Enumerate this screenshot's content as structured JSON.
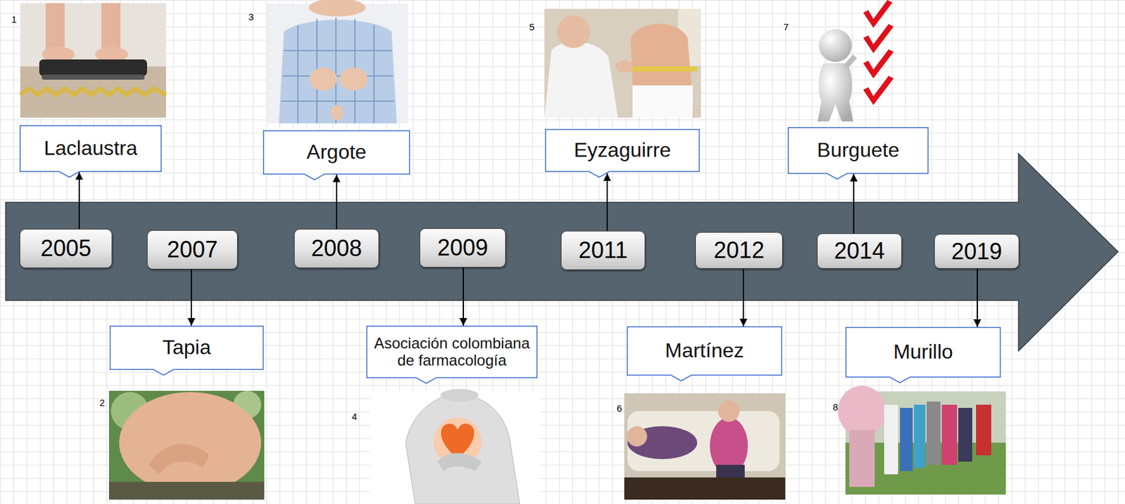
{
  "diagram": {
    "nodes": [
      {
        "text": [
          "Laclaustra"
        ]
      },
      {
        "text": [
          "2005"
        ]
      },
      {
        "text": [
          "2007"
        ]
      },
      {
        "text": [
          "Tapia"
        ]
      },
      {
        "text": [
          "Argote"
        ]
      },
      {
        "text": [
          "2008"
        ]
      },
      {
        "text": [
          "2009"
        ]
      },
      {
        "text": [
          "Asociación colombiana de farmacología"
        ]
      },
      {
        "text": [
          "Eyzaguirre"
        ]
      },
      {
        "text": [
          "2011"
        ]
      },
      {
        "text": [
          "2012"
        ]
      },
      {
        "text": [
          "Martínez"
        ]
      },
      {
        "text": [
          "Burguete"
        ]
      },
      {
        "text": [
          "2014"
        ]
      },
      {
        "text": [
          "2019"
        ]
      },
      {
        "text": [
          "Murillo"
        ]
      }
    ],
    "edges": [
      {
        "from": 1,
        "to": 0,
        "arrow": "to"
      },
      {
        "from": 2,
        "to": 3,
        "arrow": "to"
      },
      {
        "from": 5,
        "to": 4,
        "arrow": "to"
      },
      {
        "from": 6,
        "to": 7,
        "arrow": "to"
      },
      {
        "from": 9,
        "to": 8,
        "arrow": "to"
      },
      {
        "from": 10,
        "to": 11,
        "arrow": "to"
      },
      {
        "from": 13,
        "to": 12,
        "arrow": "to"
      },
      {
        "from": 14,
        "to": 15,
        "arrow": "to"
      }
    ],
    "labels": [
      "1",
      "2",
      "3",
      "4",
      "5",
      "6",
      "7",
      "8"
    ]
  }
}
